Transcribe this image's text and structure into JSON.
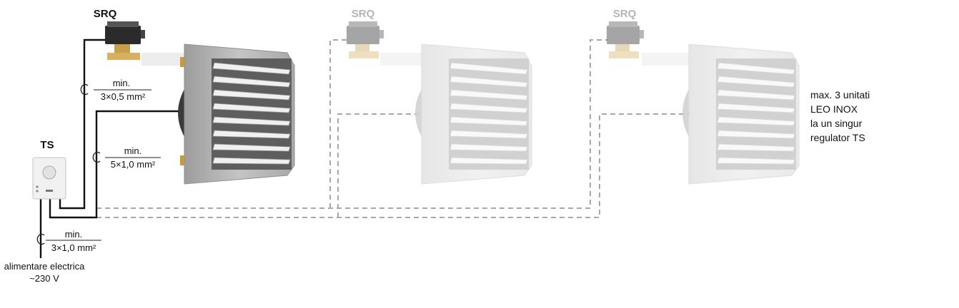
{
  "labels": {
    "srq": "SRQ",
    "ts": "TS",
    "cable_srq_min": "min.",
    "cable_srq_spec": "3×0,5 mm²",
    "cable_heater_min": "min.",
    "cable_heater_spec": "5×1,0 mm²",
    "cable_power_min": "min.",
    "cable_power_spec": "3×1,0 mm²",
    "power_supply_line1": "alimentare electrica",
    "power_supply_line2": "~230 V"
  },
  "note_lines": [
    "max. 3 unitati",
    "LEO INOX",
    "la un singur",
    "regulator TS"
  ],
  "colors": {
    "active_wire": "#111111",
    "dashed_wire": "#a8a8a8",
    "faded_label": "#b5b5b5",
    "heater_body": "#b9b9b9",
    "heater_faded": "#e6e6e6"
  },
  "icons": [
    "valve-icon",
    "thermostat-icon",
    "heater-icon"
  ]
}
